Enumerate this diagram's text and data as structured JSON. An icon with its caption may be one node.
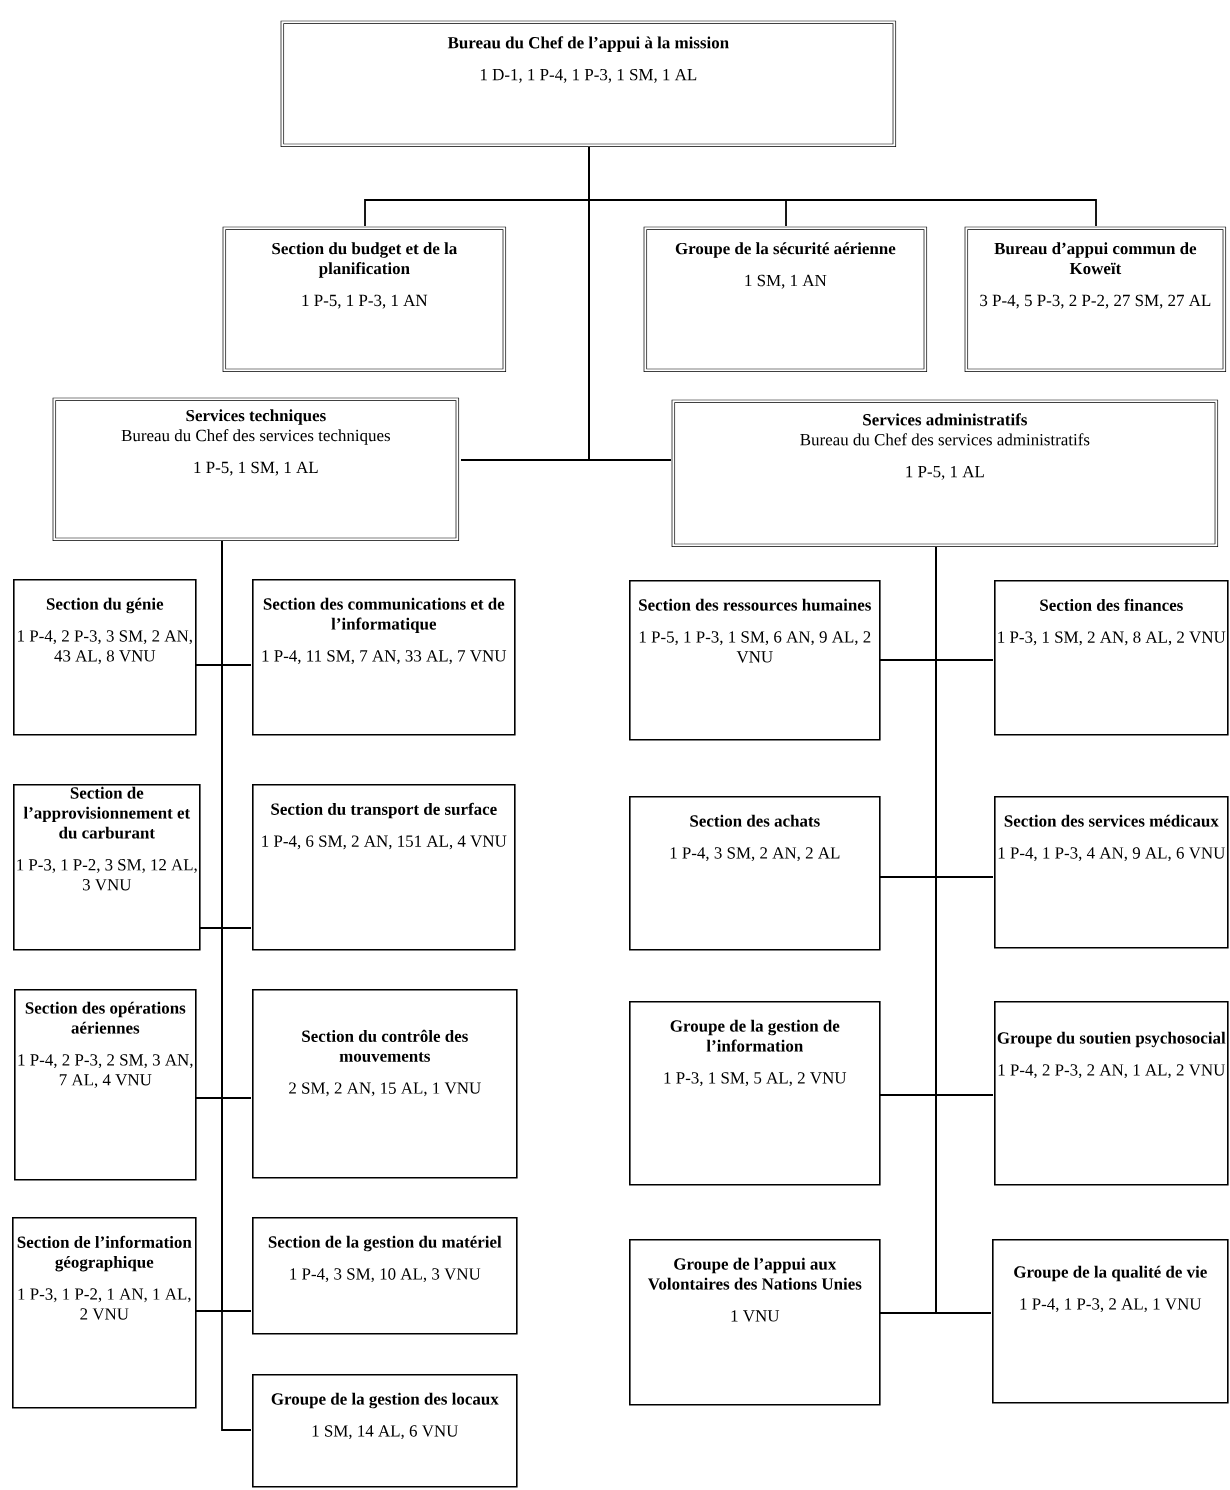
{
  "diagram": {
    "nodes": [
      {
        "text": [
          "Bureau du Chef de l’appui à la mission",
          "1 D-1, 1 P-4, 1 P-3, 1 SM, 1 AL"
        ]
      },
      {
        "text": [
          "Section du budget et de la planification",
          "1 P-5, 1 P-3, 1 AN"
        ]
      },
      {
        "text": [
          "Groupe de la sécurité aérienne",
          "1 SM, 1 AN"
        ]
      },
      {
        "text": [
          "Bureau d’appui commun de Koweït",
          "3 P-4, 5 P-3, 2 P-2, 27 SM, 27 AL"
        ]
      },
      {
        "text": [
          "Services techniques",
          "Bureau du Chef des services techniques",
          "1 P-5, 1 SM, 1 AL"
        ]
      },
      {
        "text": [
          "Services administratifs",
          "Bureau du Chef des services administratifs",
          "1 P-5, 1 AL"
        ]
      },
      {
        "text": [
          "Section du génie",
          "1 P-4, 2 P-3, 3 SM, 2 AN, 43 AL, 8 VNU"
        ]
      },
      {
        "text": [
          "Section des communications et de l’informatique",
          "1 P-4, 11 SM, 7 AN, 33 AL, 7 VNU"
        ]
      },
      {
        "text": [
          "Section de l’approvisionnement et du carburant",
          "1 P-3, 1 P-2, 3 SM, 12 AL, 3 VNU"
        ]
      },
      {
        "text": [
          "Section du transport de surface",
          "1 P-4, 6 SM, 2 AN, 151 AL, 4 VNU"
        ]
      },
      {
        "text": [
          "Section des opérations aériennes",
          "1 P-4, 2 P-3, 2 SM, 3 AN, 7 AL, 4 VNU"
        ]
      },
      {
        "text": [
          "Section du contrôle des mouvements",
          "2 SM, 2 AN, 15 AL, 1 VNU"
        ]
      },
      {
        "text": [
          "Section de l’information géographique",
          "1 P-3, 1 P-2, 1 AN, 1 AL, 2 VNU"
        ]
      },
      {
        "text": [
          "Section de la gestion du matériel",
          "1 P-4, 3 SM, 10 AL, 3 VNU"
        ]
      },
      {
        "text": [
          "Groupe de la gestion des locaux",
          "1 SM, 14 AL, 6 VNU"
        ]
      },
      {
        "text": [
          "Section des ressources humaines",
          "1 P-5, 1 P-3, 1 SM, 6 AN, 9 AL, 2 VNU"
        ]
      },
      {
        "text": [
          "Section des finances",
          "1 P-3, 1 SM, 2 AN, 8 AL, 2 VNU"
        ]
      },
      {
        "text": [
          "Section des achats",
          "1 P-4, 3 SM, 2 AN, 2 AL"
        ]
      },
      {
        "text": [
          "Section des services médicaux",
          "1 P-4, 1 P-3, 4 AN, 9 AL, 6 VNU"
        ]
      },
      {
        "text": [
          "Groupe de la gestion de l’information",
          "1 P-3, 1 SM, 5 AL, 2 VNU"
        ]
      },
      {
        "text": [
          "Groupe du soutien psychosocial",
          "1 P-4, 2 P-3, 2 AN, 1 AL, 2 VNU"
        ]
      },
      {
        "text": [
          "Groupe de l’appui aux Volontaires des Nations Unies",
          "1 VNU"
        ]
      },
      {
        "text": [
          "Groupe de la qualité de vie",
          "1 P-4, 1 P-3, 2 AL, 1 VNU"
        ]
      }
    ],
    "edges": [
      {
        "from": 0,
        "to": 1,
        "arrow": "none"
      },
      {
        "from": 0,
        "to": 2,
        "arrow": "none"
      },
      {
        "from": 0,
        "to": 3,
        "arrow": "none"
      },
      {
        "from": 0,
        "to": 4,
        "arrow": "none"
      },
      {
        "from": 0,
        "to": 5,
        "arrow": "none"
      },
      {
        "from": 4,
        "to": 6,
        "arrow": "none"
      },
      {
        "from": 4,
        "to": 7,
        "arrow": "none"
      },
      {
        "from": 4,
        "to": 8,
        "arrow": "none"
      },
      {
        "from": 4,
        "to": 9,
        "arrow": "none"
      },
      {
        "from": 4,
        "to": 10,
        "arrow": "none"
      },
      {
        "from": 4,
        "to": 11,
        "arrow": "none"
      },
      {
        "from": 4,
        "to": 12,
        "arrow": "none"
      },
      {
        "from": 4,
        "to": 13,
        "arrow": "none"
      },
      {
        "from": 4,
        "to": 14,
        "arrow": "none"
      },
      {
        "from": 5,
        "to": 15,
        "arrow": "none"
      },
      {
        "from": 5,
        "to": 16,
        "arrow": "none"
      },
      {
        "from": 5,
        "to": 17,
        "arrow": "none"
      },
      {
        "from": 5,
        "to": 18,
        "arrow": "none"
      },
      {
        "from": 5,
        "to": 19,
        "arrow": "none"
      },
      {
        "from": 5,
        "to": 20,
        "arrow": "none"
      },
      {
        "from": 5,
        "to": 21,
        "arrow": "none"
      },
      {
        "from": 5,
        "to": 22,
        "arrow": "none"
      }
    ]
  }
}
